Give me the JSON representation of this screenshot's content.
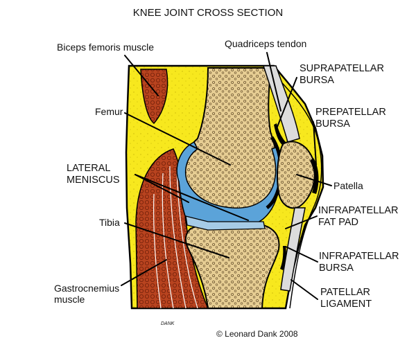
{
  "title": "KNEE JOINT CROSS SECTION",
  "labels": {
    "biceps_femoris": "Biceps femoris muscle",
    "quadriceps_tendon": "Quadriceps tendon",
    "suprapatellar_1": "SUPRAPATELLAR",
    "suprapatellar_2": "BURSA",
    "prepatellar_1": "PREPATELLAR",
    "prepatellar_2": "BURSA",
    "femur": "Femur",
    "lateral_meniscus_1": "LATERAL",
    "lateral_meniscus_2": "MENISCUS",
    "patella": "Patella",
    "infrapatellar_fat_1": "INFRAPATELLAR",
    "infrapatellar_fat_2": "FAT PAD",
    "tibia": "Tibia",
    "infrapatellar_bursa_1": "INFRAPATELLAR",
    "infrapatellar_bursa_2": "BURSA",
    "gastrocnemius_1": "Gastrocnemius",
    "gastrocnemius_2": "muscle",
    "patellar_ligament_1": "PATELLAR",
    "patellar_ligament_2": "LIGAMENT"
  },
  "signature": "DANK",
  "copyright": "© Leonard Dank 2008",
  "colors": {
    "fat": "#f7e81e",
    "muscle": "#b8431f",
    "bone": "#e3c98e",
    "marrow": "#d9bd82",
    "cartilage": "#5ba3d9",
    "tendon": "#dcdcdc",
    "outline": "#000000"
  }
}
